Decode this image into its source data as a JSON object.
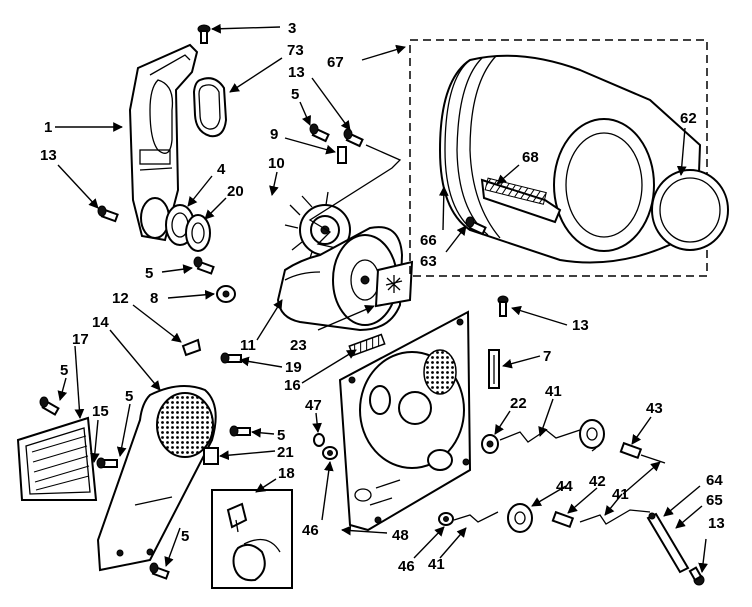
{
  "callouts": [
    {
      "id": "c3",
      "text": "3"
    },
    {
      "id": "c73",
      "text": "73"
    },
    {
      "id": "c13a",
      "text": "13"
    },
    {
      "id": "c67",
      "text": "67"
    },
    {
      "id": "c1",
      "text": "1"
    },
    {
      "id": "c13b",
      "text": "13"
    },
    {
      "id": "c5a",
      "text": "5"
    },
    {
      "id": "c9",
      "text": "9"
    },
    {
      "id": "c10",
      "text": "10"
    },
    {
      "id": "c4",
      "text": "4"
    },
    {
      "id": "c20",
      "text": "20"
    },
    {
      "id": "c68",
      "text": "68"
    },
    {
      "id": "c62",
      "text": "62"
    },
    {
      "id": "c66",
      "text": "66"
    },
    {
      "id": "c63",
      "text": "63"
    },
    {
      "id": "c5b",
      "text": "5"
    },
    {
      "id": "c8",
      "text": "8"
    },
    {
      "id": "c12",
      "text": "12"
    },
    {
      "id": "c14",
      "text": "14"
    },
    {
      "id": "c11",
      "text": "11"
    },
    {
      "id": "c23",
      "text": "23"
    },
    {
      "id": "c13c",
      "text": "13"
    },
    {
      "id": "c17",
      "text": "17"
    },
    {
      "id": "c19",
      "text": "19"
    },
    {
      "id": "c16",
      "text": "16"
    },
    {
      "id": "c7",
      "text": "7"
    },
    {
      "id": "c5c",
      "text": "5"
    },
    {
      "id": "c5d",
      "text": "5"
    },
    {
      "id": "c47",
      "text": "47"
    },
    {
      "id": "c22",
      "text": "22"
    },
    {
      "id": "c41a",
      "text": "41"
    },
    {
      "id": "c43",
      "text": "43"
    },
    {
      "id": "c15",
      "text": "15"
    },
    {
      "id": "c5e",
      "text": "5"
    },
    {
      "id": "c21",
      "text": "21"
    },
    {
      "id": "c18",
      "text": "18"
    },
    {
      "id": "c44",
      "text": "44"
    },
    {
      "id": "c42",
      "text": "42"
    },
    {
      "id": "c41b",
      "text": "41"
    },
    {
      "id": "c64",
      "text": "64"
    },
    {
      "id": "c65",
      "text": "65"
    },
    {
      "id": "c46a",
      "text": "46"
    },
    {
      "id": "c48",
      "text": "48"
    },
    {
      "id": "c13d",
      "text": "13"
    },
    {
      "id": "c5f",
      "text": "5"
    },
    {
      "id": "c46b",
      "text": "46"
    },
    {
      "id": "c41c",
      "text": "41"
    }
  ]
}
